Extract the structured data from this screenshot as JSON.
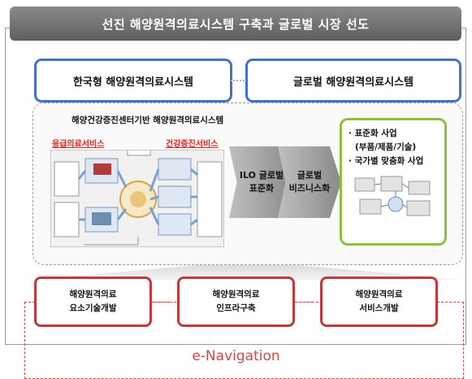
{
  "title": "선진 해양원격의료시스템 구축과 글로벌 시장 선도",
  "top_boxes": [
    "한국형 해양원격의료시스템",
    "글로벌 해양원격의료시스템"
  ],
  "center_panel": {
    "heading": "해양건강증진센터기반 해양원격의료시스템",
    "left_label": "응급의료서비스",
    "right_label": "건강증진서비스"
  },
  "arrows": {
    "first": [
      "ILO 글로벌",
      "표준화"
    ],
    "second": [
      "글로벌",
      "비즈니스화"
    ]
  },
  "green_box": {
    "items": [
      "· 표준화 사업",
      "(부품/제품/기술)",
      "· 국가별 맞춤화 사업"
    ]
  },
  "bottom_boxes": [
    {
      "line1": "해양원격의료",
      "line2": "요소기술개발"
    },
    {
      "line1": "해양원격의료",
      "line2": "인프라구축"
    },
    {
      "line1": "해양원격의료",
      "line2": "서비스개발"
    }
  ],
  "footer_label": "e-Navigation",
  "colors": {
    "title_bg": "#6e6e6e",
    "blue_border": "#3f73c5",
    "green_border": "#8cc13f",
    "red_border": "#c0393d",
    "enav_red": "#d04848"
  }
}
